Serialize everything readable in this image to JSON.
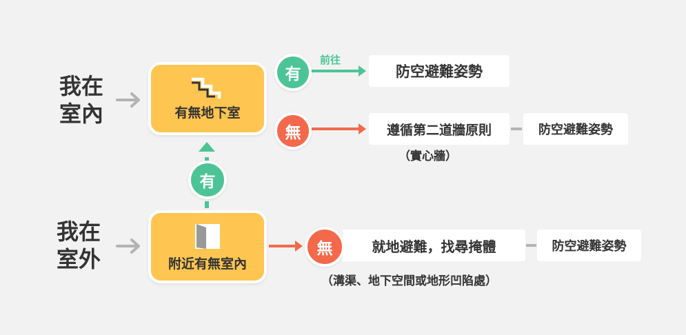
{
  "colors": {
    "background": "#f2f2f2",
    "condition_box": "#ffc551",
    "yes_green": "#4cc498",
    "no_red": "#f4694b",
    "gray_arrow": "#b3b3b3",
    "text": "#333333"
  },
  "indoor": {
    "label_line1": "我在",
    "label_line2": "室內",
    "question": "有無地下室",
    "question_icon": "stairs-icon",
    "yes": {
      "badge": "有",
      "arrow_label": "前往",
      "result": "防空避難姿勢"
    },
    "no": {
      "badge": "無",
      "result": "遵循第二道牆原則",
      "note": "（實心牆）",
      "final": "防空避難姿勢"
    }
  },
  "outdoor": {
    "label_line1": "我在",
    "label_line2": "室外",
    "question": "附近有無室內",
    "question_icon": "door-icon",
    "yes_badge": "有",
    "no": {
      "badge": "無",
      "result": "就地避難，找尋掩體",
      "note": "（溝渠、地下空間或地形凹陷處）",
      "final": "防空避難姿勢"
    }
  }
}
